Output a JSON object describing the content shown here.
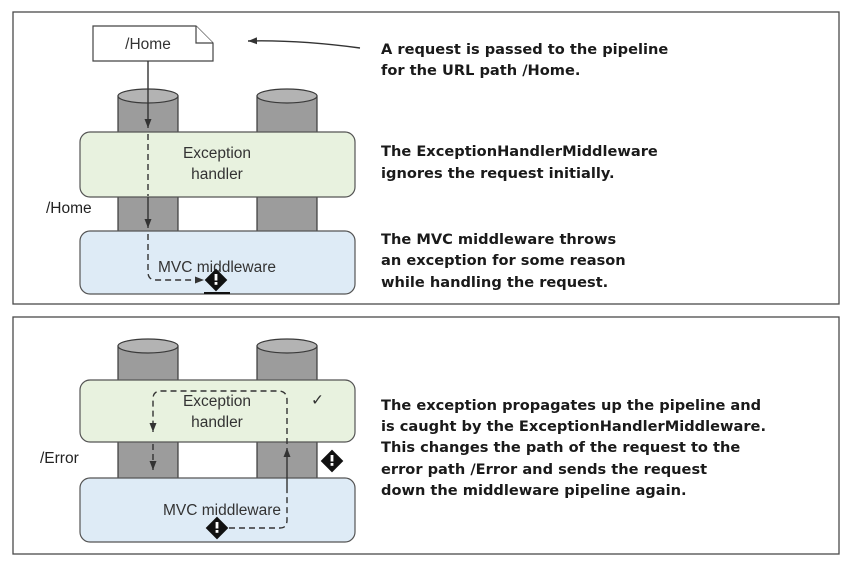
{
  "panels": [
    {
      "request_doc": "/Home",
      "exception_box": [
        "Exception",
        "handler"
      ],
      "mvc_box": "MVC middleware",
      "side_path": "/Home",
      "notes": [
        [
          "A request is passed to the pipeline",
          "for the URL path /Home."
        ],
        [
          "The ExceptionHandlerMiddleware",
          "ignores the request initially."
        ],
        [
          "The MVC middleware throws",
          "an exception for some reason",
          "while handling the request."
        ]
      ]
    },
    {
      "exception_box": [
        "Exception",
        "handler"
      ],
      "mvc_box": "MVC middleware",
      "side_path": "/Error",
      "checkmark": "✓",
      "notes": [
        [
          "The exception propagates up the pipeline and",
          "is caught by the ExceptionHandlerMiddleware.",
          "This changes the path of the request to the",
          "error path /Error and sends the request",
          "down the middleware pipeline again."
        ]
      ]
    }
  ],
  "icons": {
    "error_marker": "exclamation-diamond-icon",
    "arrow": "arrow-head-icon"
  }
}
